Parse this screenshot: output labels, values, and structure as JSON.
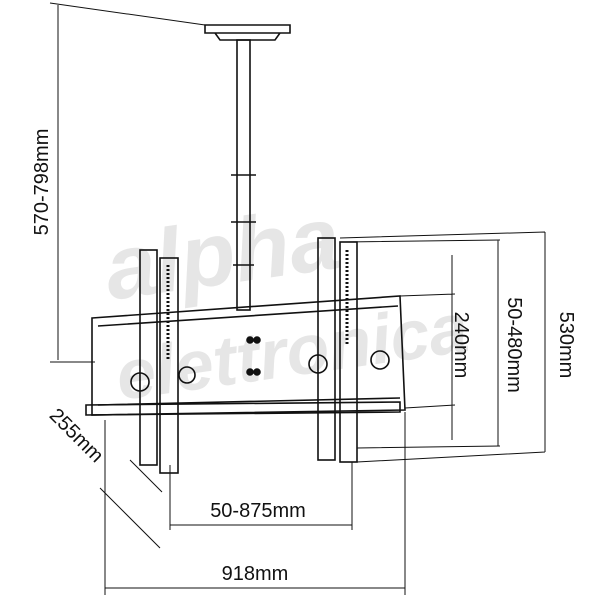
{
  "watermark": {
    "line1": "alpha",
    "line2": "elettronica"
  },
  "dimensions": {
    "pole_height": "570-798mm",
    "depth": "255mm",
    "horizontal_vesa": "50-875mm",
    "total_width": "918mm",
    "frame_height": "240mm",
    "vertical_vesa": "50-480mm",
    "total_height": "530mm"
  },
  "colors": {
    "line": "#111111",
    "watermark": "#e6e6e6"
  }
}
